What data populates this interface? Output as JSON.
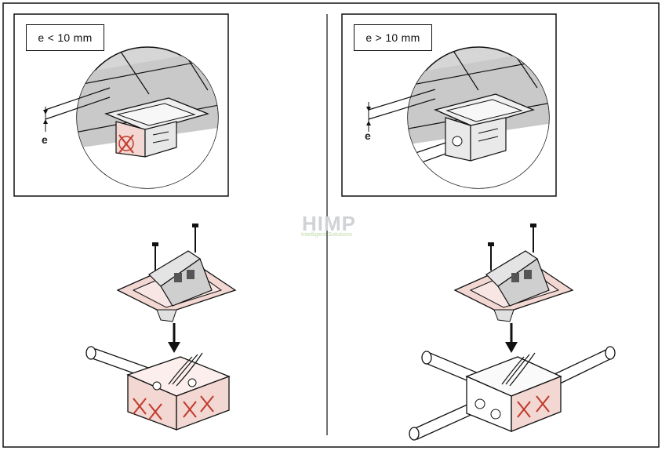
{
  "left": {
    "condition_label": "e < 10 mm",
    "gap_label": "e"
  },
  "right": {
    "condition_label": "e > 10 mm",
    "gap_label": "e"
  },
  "watermark": {
    "brand": "HIMP",
    "tagline": "Intelligent Solutions"
  },
  "colors": {
    "box_fill": "#f2d7d2",
    "cross": "#c0392b",
    "ceiling": "#d9d9d9",
    "line": "#111111",
    "watermark_text": "#cfd3d6",
    "watermark_tagline": "#b9d8a2"
  }
}
